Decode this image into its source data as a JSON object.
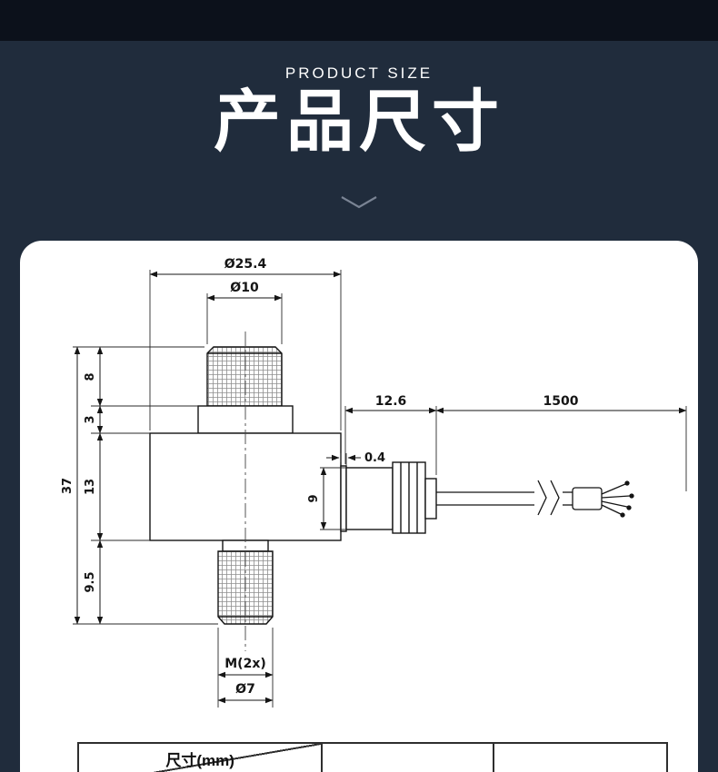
{
  "colors": {
    "background_top": "#0c111b",
    "background": "#202c3c",
    "card": "#ffffff",
    "line": "#151515"
  },
  "header": {
    "subtitle": "PRODUCT SIZE",
    "title": "产品尺寸"
  },
  "diagram": {
    "dia_body": "Ø25.4",
    "dia_stud": "Ø10",
    "h_stud_top": "8",
    "h_collar": "3",
    "h_body": "13",
    "h_total": "37",
    "h_stud_bottom": "9.5",
    "len_connector": "12.6",
    "len_cable": "1500",
    "gap_step": "0.4",
    "h_connector": "9",
    "thread_label": "M(2x)",
    "dia_thread": "Ø7"
  },
  "table": {
    "size_header": "尺寸(mm)"
  }
}
